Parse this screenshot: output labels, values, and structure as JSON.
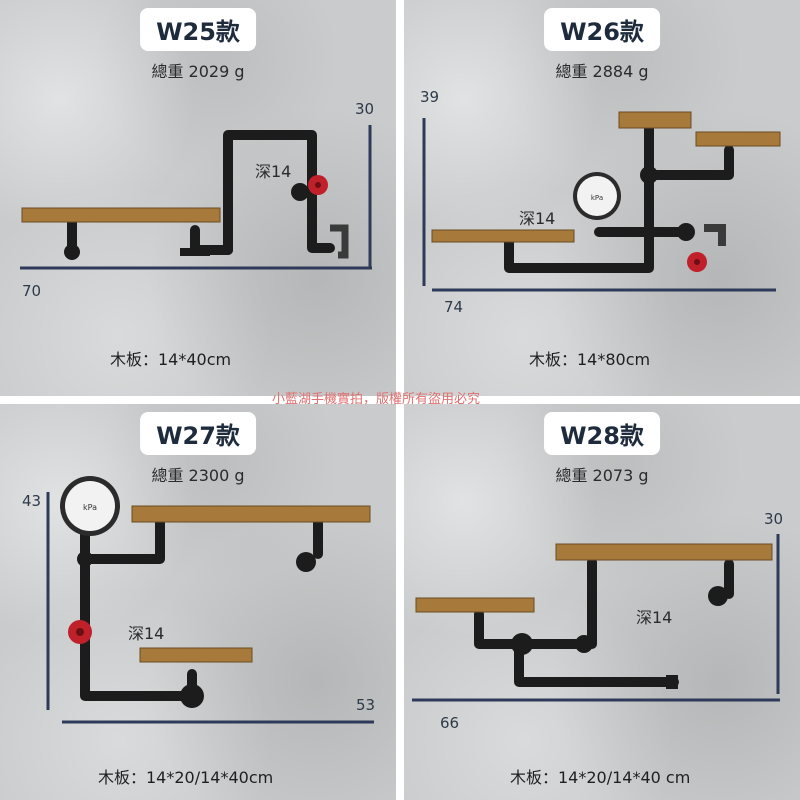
{
  "panels": [
    {
      "title": "W25款",
      "weight": "總重 2029 g",
      "board": "木板：14*40cm",
      "depth": "深14",
      "height_dim": "30",
      "width_dim": "70"
    },
    {
      "title": "W26款",
      "weight": "總重 2884 g",
      "board": "木板：14*80cm",
      "depth": "深14",
      "height_dim": "39",
      "width_dim": "74"
    },
    {
      "title": "W27款",
      "weight": "總重 2300 g",
      "board": "木板：14*20/14*40cm",
      "depth": "深14",
      "height_dim": "43",
      "width_dim": "53"
    },
    {
      "title": "W28款",
      "weight": "總重 2073 g",
      "board": "木板：14*20/14*40 cm",
      "depth": "深14",
      "height_dim": "30",
      "width_dim": "66"
    }
  ],
  "watermark": "小藍湖手機實拍，版權所有盜用必究",
  "colors": {
    "dimension_line": "#2e3a5a",
    "wood": "#a77a3c",
    "pipe": "#1c1c1c",
    "valve": "#c0202a",
    "badge_text": "#1e2b3c"
  },
  "gauge_label": "kPa"
}
